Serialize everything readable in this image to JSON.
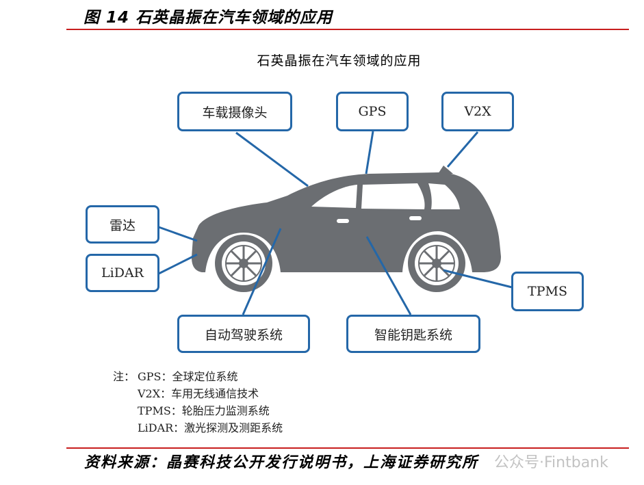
{
  "figure": {
    "title": "图 14 石英晶振在汽车领域的应用"
  },
  "diagram": {
    "title": "石英晶振在汽车领域的应用",
    "labels": {
      "camera": "车载摄像头",
      "gps": "GPS",
      "v2x": "V2X",
      "radar": "雷达",
      "lidar": "LiDAR",
      "tpms": "TPMS",
      "autonomous": "自动驾驶系统",
      "smart_key": "智能钥匙系统"
    },
    "colors": {
      "box_border": "#2467a8",
      "car_body": "#6b6e72",
      "wheel": "#ffffff",
      "rule": "#c81e1e"
    }
  },
  "notes": {
    "prefix": "注：",
    "items": [
      {
        "term": "GPS",
        "desc": "：全球定位系统"
      },
      {
        "term": "V2X",
        "desc": "：车用无线通信技术"
      },
      {
        "term": "TPMS",
        "desc": "：轮胎压力监测系统"
      },
      {
        "term": "LiDAR",
        "desc": "：激光探测及测距系统"
      }
    ]
  },
  "source": "资料来源：晶赛科技公开发行说明书，上海证券研究所",
  "watermark": "公众号·Fintbank"
}
